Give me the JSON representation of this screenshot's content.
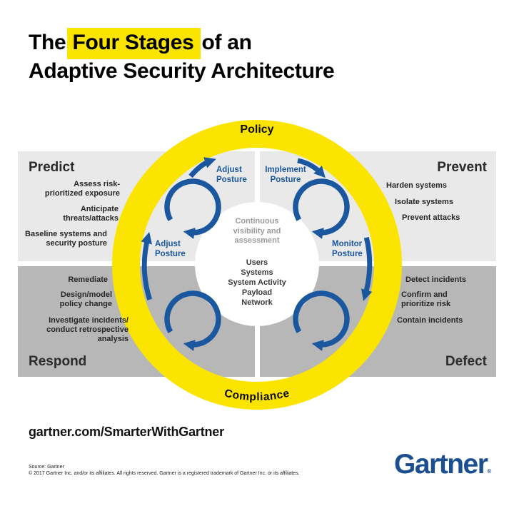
{
  "title": {
    "pre": "The",
    "highlight": "Four Stages",
    "post": "of an",
    "line2": "Adaptive Security Architecture"
  },
  "ring": {
    "top_label": "Policy",
    "bottom_label": "Compliance"
  },
  "center": {
    "subtitle": "Continuous\nvisibility and\nassessment",
    "items": [
      "Users",
      "Systems",
      "System Activity",
      "Payload",
      "Network"
    ]
  },
  "postures": {
    "top_left": "Adjust\nPosture",
    "top_right": "Implement\nPosture",
    "left": "Adjust\nPosture",
    "right": "Monitor\nPosture"
  },
  "quadrants": {
    "predict": {
      "heading": "Predict",
      "items": [
        "Assess risk-\nprioritized exposure",
        "Anticipate\nthreats/attacks",
        "Baseline systems and\nsecurity posture"
      ]
    },
    "prevent": {
      "heading": "Prevent",
      "items": [
        "Harden systems",
        "Isolate systems",
        "Prevent attacks"
      ]
    },
    "respond": {
      "heading": "Respond",
      "items": [
        "Remediate",
        "Design/model\npolicy change",
        "Investigate incidents/\nconduct retrospective\nanalysis"
      ]
    },
    "defect": {
      "heading": "Defect",
      "items": [
        "Detect incidents",
        "Confirm and\nprioritize risk",
        "Contain incidents"
      ]
    }
  },
  "footer": {
    "url": "gartner.com/SmarterWithGartner",
    "source": "Source: Gartner",
    "copyright": "© 2017 Gartner Inc. and/or its affiliates. All rights reserved. Gartner is a registered trademark of Gartner Inc. or its affiliates.",
    "logo": "Gartner",
    "logo_reg": "®"
  },
  "colors": {
    "yellow": "#fbe500",
    "light_gray": "#e9e9e9",
    "dark_gray": "#b7b7b7",
    "blue": "#1b579e",
    "logo_blue": "#1b4f90"
  }
}
